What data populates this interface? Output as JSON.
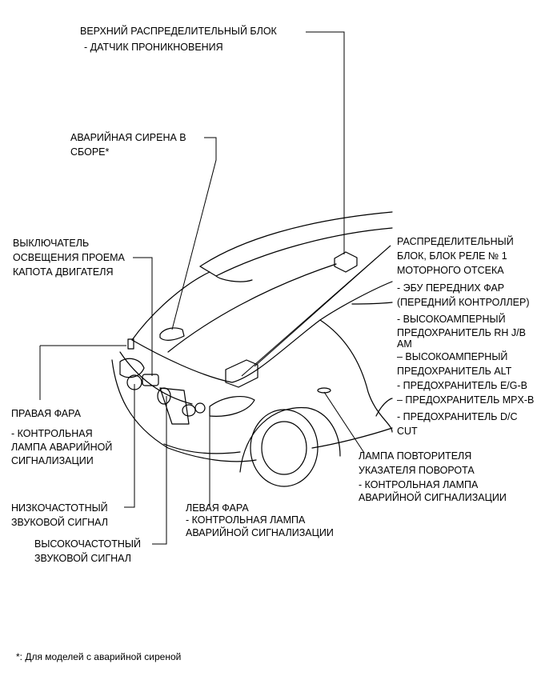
{
  "labels": {
    "upper_jb": "ВЕРХНИЙ РАСПРЕДЕЛИТЕЛЬНЫЙ БЛОК",
    "upper_jb_sub": "- ДАТЧИК ПРОНИКНОВЕНИЯ",
    "siren_1": "АВАРИЙНАЯ СИРЕНА В",
    "siren_2": "СБОРЕ*",
    "hood_sw_1": "ВЫКЛЮЧАТЕЛЬ",
    "hood_sw_2": "ОСВЕЩЕНИЯ ПРОЕМА",
    "hood_sw_3": "КАПОТА ДВИГАТЕЛЯ",
    "engine_jb_1": "РАСПРЕДЕЛИТЕЛЬНЫЙ",
    "engine_jb_2": "БЛОК, БЛОК РЕЛЕ № 1",
    "engine_jb_3": "МОТОРНОГО ОТСЕКА",
    "engine_jb_i1a": "- ЭБУ ПЕРЕДНИХ ФАР",
    "engine_jb_i1b": "(ПЕРЕДНИЙ КОНТРОЛЛЕР)",
    "engine_jb_i2a": "- ВЫСОКОАМПЕРНЫЙ",
    "engine_jb_i2b": "ПРЕДОХРАНИТЕЛЬ RH J/B",
    "engine_jb_i2c": "AM",
    "engine_jb_i3a": "– ВЫСОКОАМПЕРНЫЙ",
    "engine_jb_i3b": "ПРЕДОХРАНИТЕЛЬ ALT",
    "engine_jb_i4": "- ПРЕДОХРАНИТЕЛЬ E/G-B",
    "engine_jb_i5": "– ПРЕДОХРАНИТЕЛЬ MPX-B",
    "engine_jb_i6a": "- ПРЕДОХРАНИТЕЛЬ D/C",
    "engine_jb_i6b": "CUT",
    "rh_head_1": "ПРАВАЯ ФАРА",
    "rh_head_2": "- КОНТРОЛЬНАЯ",
    "rh_head_3": "ЛАМПА АВАРИЙНОЙ",
    "rh_head_4": "СИГНАЛИЗАЦИИ",
    "low_horn_1": "НИЗКОЧАСТОТНЫЙ",
    "low_horn_2": "ЗВУКОВОЙ СИГНАЛ",
    "high_horn_1": "ВЫСОКОЧАСТОТНЫЙ",
    "high_horn_2": "ЗВУКОВОЙ СИГНАЛ",
    "lh_head_1": "ЛЕВАЯ ФАРА",
    "lh_head_2": "- КОНТРОЛЬНАЯ ЛАМПА",
    "lh_head_3": "АВАРИЙНОЙ СИГНАЛИЗАЦИИ",
    "repeater_1": "ЛАМПА ПОВТОРИТЕЛЯ",
    "repeater_2": "УКАЗАТЕЛЯ ПОВОРОТА",
    "repeater_3": "- КОНТРОЛЬНАЯ ЛАМПА",
    "repeater_4": "АВАРИЙНОЙ СИГНАЛИЗАЦИИ",
    "footnote": "*: Для моделей с аварийной сиреной"
  }
}
